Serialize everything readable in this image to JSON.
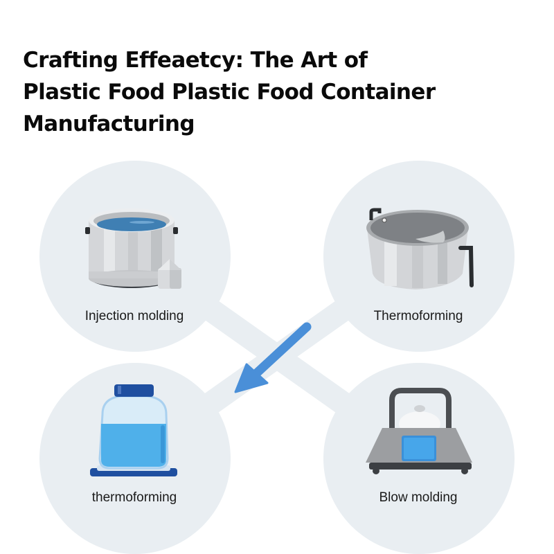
{
  "title": {
    "lines": [
      "Crafting Effeaetcy: The Art of",
      "Plastic Food Plastic Food Container",
      "Manufacturing"
    ]
  },
  "colors": {
    "background": "#ffffff",
    "circle_fill": "#e9eef2",
    "connector_band": "#e9eef2",
    "arrow": "#4a8fd8",
    "title_text": "#0a0a0a",
    "label_text": "#1a1a1a"
  },
  "nodes": [
    {
      "id": "top-left",
      "label": "Injection molding",
      "icon": "steel-pot-with-liquid-icon"
    },
    {
      "id": "top-right",
      "label": "Thermoforming",
      "icon": "empty-steel-pot-icon"
    },
    {
      "id": "bottom-left",
      "label": "thermoforming",
      "icon": "plastic-jar-icon"
    },
    {
      "id": "bottom-right",
      "label": "Blow molding",
      "icon": "blow-molding-machine-icon"
    }
  ],
  "connectors": [
    {
      "from": "top-left",
      "to": "bottom-right",
      "style": "light-band"
    },
    {
      "from": "top-right",
      "to": "bottom-left",
      "style": "light-band"
    }
  ],
  "arrow": {
    "from": "top-right",
    "to": "bottom-left",
    "direction": "down-left"
  }
}
